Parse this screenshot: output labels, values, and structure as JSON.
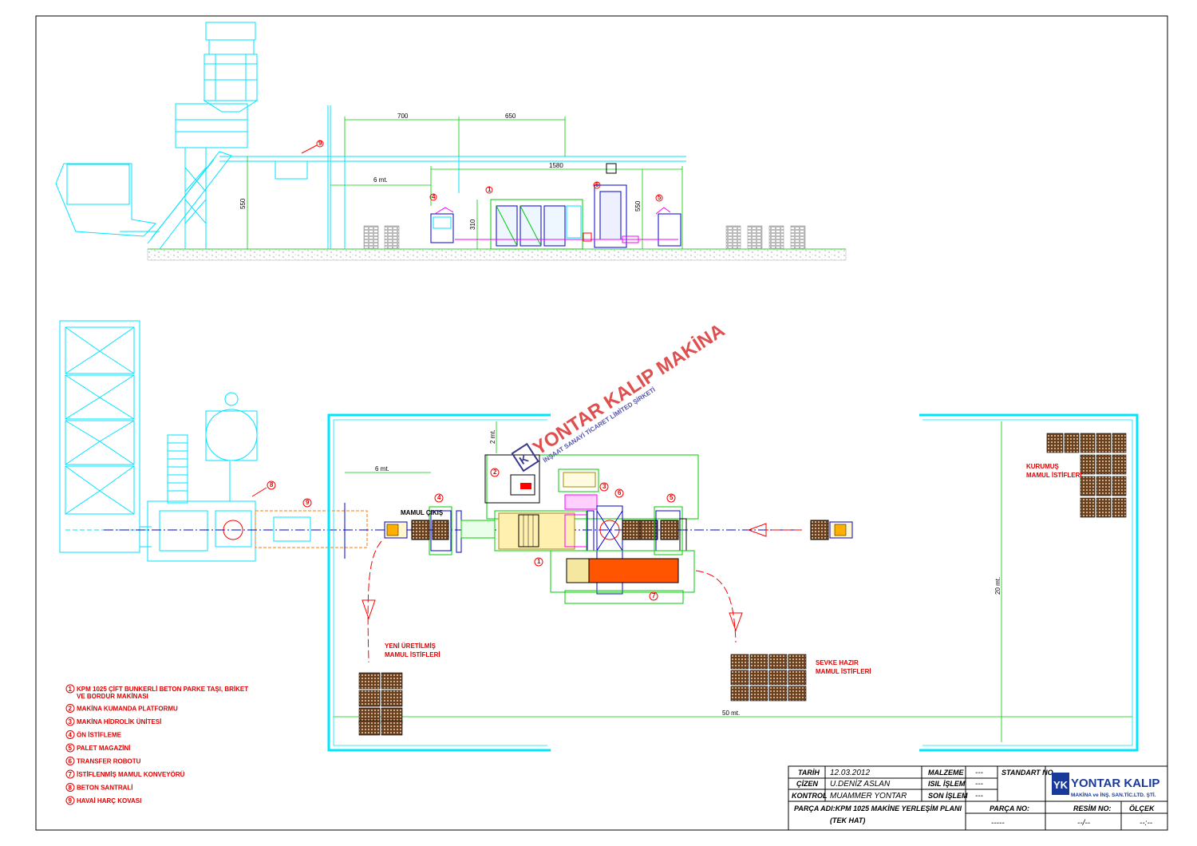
{
  "side_view": {
    "dims": [
      "700",
      "650",
      "1580",
      "6 mt.",
      "550",
      "310",
      "550"
    ],
    "callouts": [
      "9",
      "4",
      "1",
      "6",
      "5"
    ]
  },
  "plan_view": {
    "callouts": [
      "8",
      "9",
      "4",
      "2",
      "3",
      "6",
      "5",
      "1",
      "7"
    ],
    "dims": [
      "6 mt.",
      "2 mt.",
      "20 mt.",
      "50 mt."
    ],
    "labels": {
      "mamul_cikis": "MAMUL ÇIKIŞ",
      "yeni_1": "YENİ ÜRETİLMİŞ",
      "yeni_2": "MAMUL İSTİFLERİ",
      "kurumus_1": "KURUMUŞ",
      "kurumus_2": "MAMUL İSTİFLERİ",
      "sevke_1": "SEVKE HAZIR",
      "sevke_2": "MAMUL İSTİFLERİ"
    }
  },
  "watermark": {
    "title": "YONTAR KALIP MAKİNA",
    "subtitle": "İNŞAAT SANAYİ TİCARET LİMİTED ŞİRKETİ"
  },
  "legend": [
    {
      "num": "1",
      "text": "KPM 1025 ÇİFT BUNKERLİ BETON PARKE TAŞI, BRİKET",
      "text2": "VE  BORDUR  MAKİNASI"
    },
    {
      "num": "2",
      "text": "MAKİNA KUMANDA PLATFORMU",
      "text2": ""
    },
    {
      "num": "3",
      "text": "MAKİNA  HİDROLİK ÜNİTESİ",
      "text2": ""
    },
    {
      "num": "4",
      "text": "ÖN İSTİFLEME",
      "text2": ""
    },
    {
      "num": "5",
      "text": "PALET  MAGAZİNİ",
      "text2": ""
    },
    {
      "num": "6",
      "text": "TRANSFER  ROBOTU",
      "text2": ""
    },
    {
      "num": "7",
      "text": "İSTİFLENMİŞ  MAMUL KONVEYÖRÜ",
      "text2": ""
    },
    {
      "num": "8",
      "text": "BETON SANTRALİ",
      "text2": ""
    },
    {
      "num": "9",
      "text": "HAVAİ HARÇ KOVASI",
      "text2": ""
    }
  ],
  "title_block": {
    "tarih_label": "TARİH",
    "tarih": "12.03.2012",
    "cizen_label": "ÇİZEN",
    "cizen": "U.DENİZ  ASLAN",
    "kontrol_label": "KONTROL",
    "kontrol": "MUAMMER  YONTAR",
    "malzeme_label": "MALZEME",
    "malzeme": "---",
    "isil_label": "ISIL İŞLEM",
    "isil": "---",
    "son_label": "SON İŞLEM",
    "son": "---",
    "standart_label": "STANDART  NO",
    "parca_adi": "PARÇA ADI:KPM  1025  MAKİNE  YERLEŞİM  PLANI",
    "parca_adi2": "(TEK  HAT)",
    "parca_no_label": "PARÇA NO:",
    "parca_no": "-----",
    "resim_no_label": "RESİM NO:",
    "resim_no": "--/--",
    "olcek_label": "ÖLÇEK",
    "olcek": "--:--",
    "company": "YONTAR KALIP",
    "company_sub": "MAKİNA ve İNŞ. SAN.TİC.LTD. ŞTİ.",
    "logo_text": "YK"
  },
  "colors": {
    "frame": "#000000",
    "cyan": "#00e5ff",
    "green": "#00cc00",
    "blue": "#0000cc",
    "red": "#ff0000",
    "magenta": "#ff00ff",
    "orange": "#ff5500",
    "yellow": "#ffe070"
  }
}
